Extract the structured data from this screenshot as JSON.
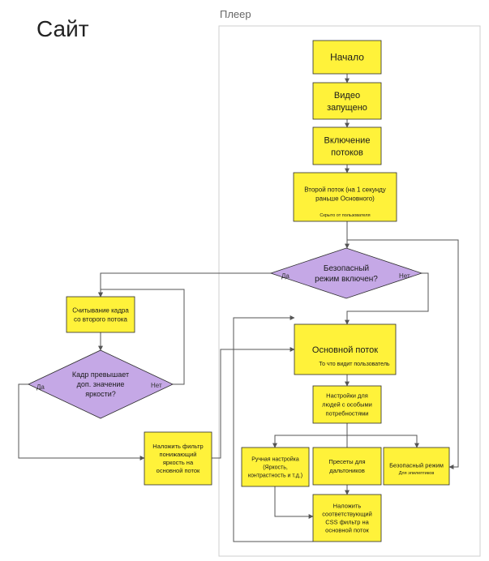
{
  "site_title": "Сайт",
  "player_title": "Плеер",
  "colors": {
    "process_fill": "#fff23a",
    "process_stroke": "#2b2b2b",
    "decision_fill": "#c5a8e6",
    "edge": "#555555",
    "frame": "#cfcfcf"
  },
  "nodes": {
    "start": [
      "Начало"
    ],
    "video_started": [
      "Видео",
      "запущено"
    ],
    "streams_on": [
      "Включение",
      "потоков"
    ],
    "second_stream": [
      "Второй поток (на 1 секунду",
      "раньше Основного)"
    ],
    "second_stream_note": "Скрыто от пользователя",
    "safe_mode_question": [
      "Безопасный",
      "режим включен?"
    ],
    "read_frame": [
      "Считывание кадра",
      "со второго потока"
    ],
    "brightness_question": [
      "Кадр превышает",
      "доп. значение",
      "яркости?"
    ],
    "apply_filter": [
      "Наложить фильтр",
      "понижающий",
      "яркость на",
      "основной поток"
    ],
    "main_stream": [
      "Основной поток"
    ],
    "main_stream_note": "То что видит пользователь",
    "accessibility_settings": [
      "Настройки для",
      "людей с особыми",
      "потребностями"
    ],
    "manual_settings": [
      "Ручная настройка",
      "(Яркость,",
      "контрастность и т.д.)"
    ],
    "presets": [
      "Пресеты для",
      "дальтоников"
    ],
    "safe_mode": [
      "Безопасный режим"
    ],
    "safe_mode_note": "Для эпилептиков",
    "apply_css": [
      "Наложить",
      "соответствующий",
      "CSS фильтр на",
      "основной поток"
    ]
  },
  "edge_labels": {
    "safe_yes": "Да",
    "safe_no": "Нет",
    "bright_yes": "Да",
    "bright_no": "Нет"
  }
}
